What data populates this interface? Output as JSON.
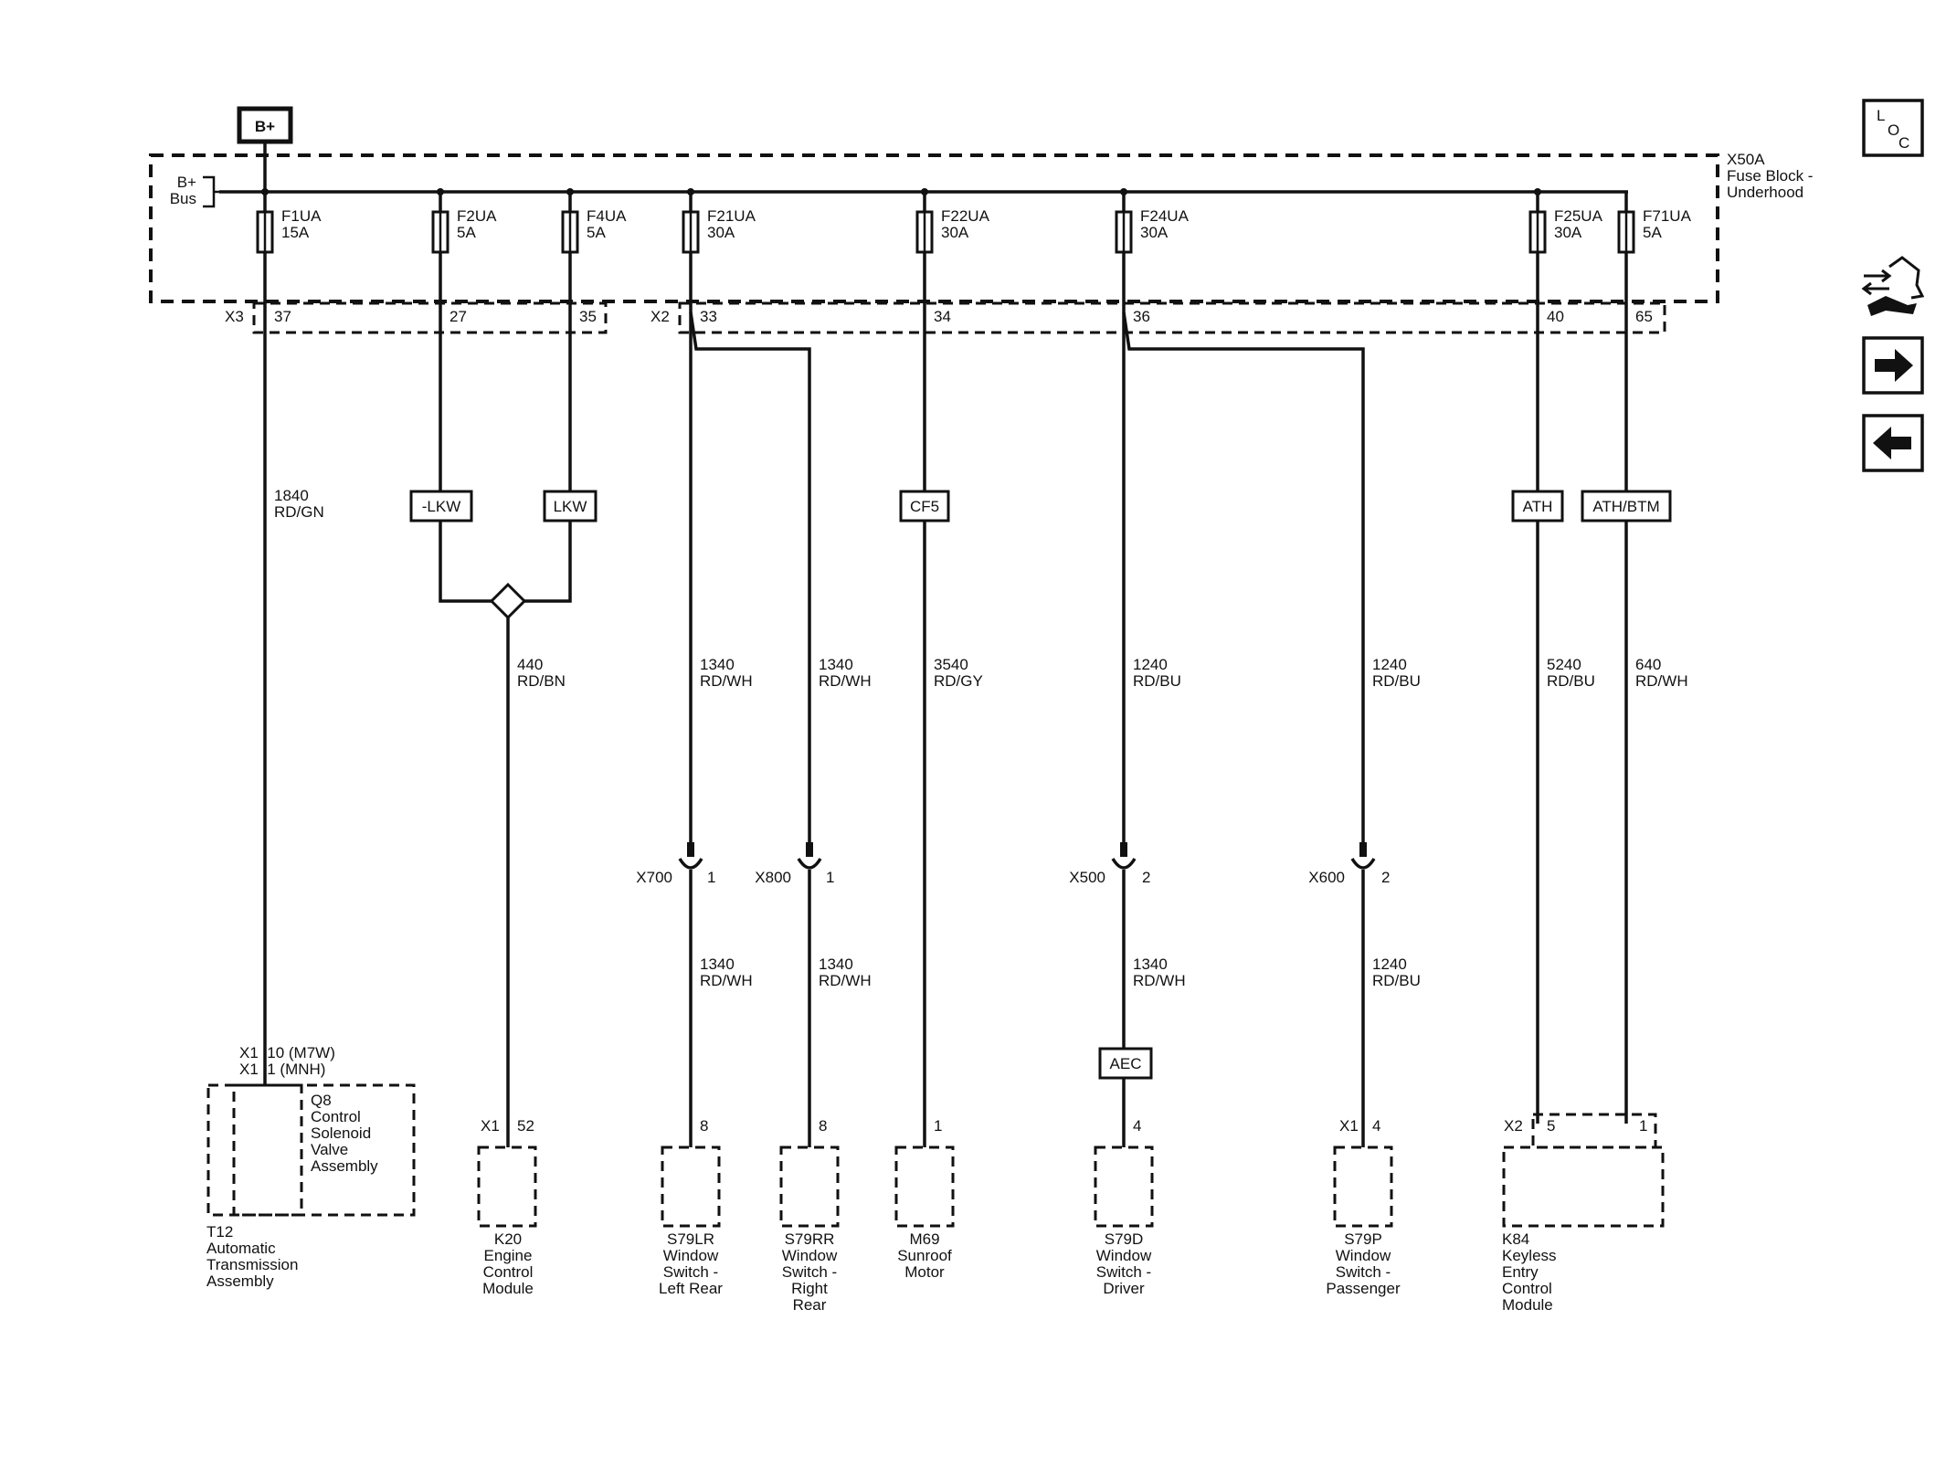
{
  "power": {
    "b_plus": "B+",
    "bus_label": "B+\nBus"
  },
  "fuse_block": {
    "name": "X50A\nFuse Block -\nUnderhood",
    "conn_x3": "X3",
    "conn_x2": "X2"
  },
  "fuses": [
    {
      "name": "F1UA",
      "rating": "15A",
      "pin": "37"
    },
    {
      "name": "F2UA",
      "rating": "5A",
      "pin": "27"
    },
    {
      "name": "F4UA",
      "rating": "5A",
      "pin": "35"
    },
    {
      "name": "F21UA",
      "rating": "30A",
      "pin": "33"
    },
    {
      "name": "F22UA",
      "rating": "30A",
      "pin": "34"
    },
    {
      "name": "F24UA",
      "rating": "30A",
      "pin": "36"
    },
    {
      "name": "F25UA",
      "rating": "30A",
      "pin": "40"
    },
    {
      "name": "F71UA",
      "rating": "5A",
      "pin": "65"
    }
  ],
  "option_tags": [
    "-LKW",
    "LKW",
    "CF5",
    "ATH",
    "ATH/BTM",
    "AEC"
  ],
  "wires": [
    {
      "circuit": "1840",
      "color": "RD/GN"
    },
    {
      "circuit": "440",
      "color": "RD/BN"
    },
    {
      "circuit": "1340",
      "color": "RD/WH"
    },
    {
      "circuit": "1340",
      "color": "RD/WH"
    },
    {
      "circuit": "3540",
      "color": "RD/GY"
    },
    {
      "circuit": "1240",
      "color": "RD/BU"
    },
    {
      "circuit": "1240",
      "color": "RD/BU"
    },
    {
      "circuit": "5240",
      "color": "RD/BU"
    },
    {
      "circuit": "640",
      "color": "RD/WH"
    },
    {
      "circuit": "1340",
      "color": "RD/WH"
    },
    {
      "circuit": "1340",
      "color": "RD/WH"
    },
    {
      "circuit": "1340",
      "color": "RD/WH"
    },
    {
      "circuit": "1240",
      "color": "RD/BU"
    }
  ],
  "inline_connectors": [
    {
      "name": "X700",
      "pin": "1"
    },
    {
      "name": "X800",
      "pin": "1"
    },
    {
      "name": "X500",
      "pin": "2"
    },
    {
      "name": "X600",
      "pin": "2"
    }
  ],
  "components": {
    "t12": {
      "conn1": "X1  10 (M7W)",
      "conn2": "X1  1 (MNH)",
      "sub": "Q8\nControl\nSolenoid\nValve\nAssembly",
      "name": "T12\nAutomatic\nTransmission\nAssembly"
    },
    "k20": {
      "conn": "X1",
      "pin": "52",
      "name": "K20\nEngine\nControl\nModule"
    },
    "s79lr": {
      "pin": "8",
      "name": "S79LR\nWindow\nSwitch -\nLeft Rear"
    },
    "s79rr": {
      "pin": "8",
      "name": "S79RR\nWindow\nSwitch -\nRight\nRear"
    },
    "m69": {
      "pin": "1",
      "name": "M69\nSunroof\nMotor"
    },
    "s79d": {
      "pin": "4",
      "name": "S79D\nWindow\nSwitch -\nDriver"
    },
    "s79p": {
      "conn": "X1",
      "pin": "4",
      "name": "S79P\nWindow\nSwitch -\nPassenger"
    },
    "k84": {
      "conn": "X2",
      "pin_a": "5",
      "pin_b": "1",
      "name": "K84\nKeyless\nEntry\nControl\nModule"
    }
  },
  "side_icons": {
    "loc": {
      "l": "L",
      "o": "O",
      "c": "C"
    },
    "items": [
      "connector-tool-icon",
      "arrow-right-icon",
      "arrow-left-icon"
    ]
  }
}
